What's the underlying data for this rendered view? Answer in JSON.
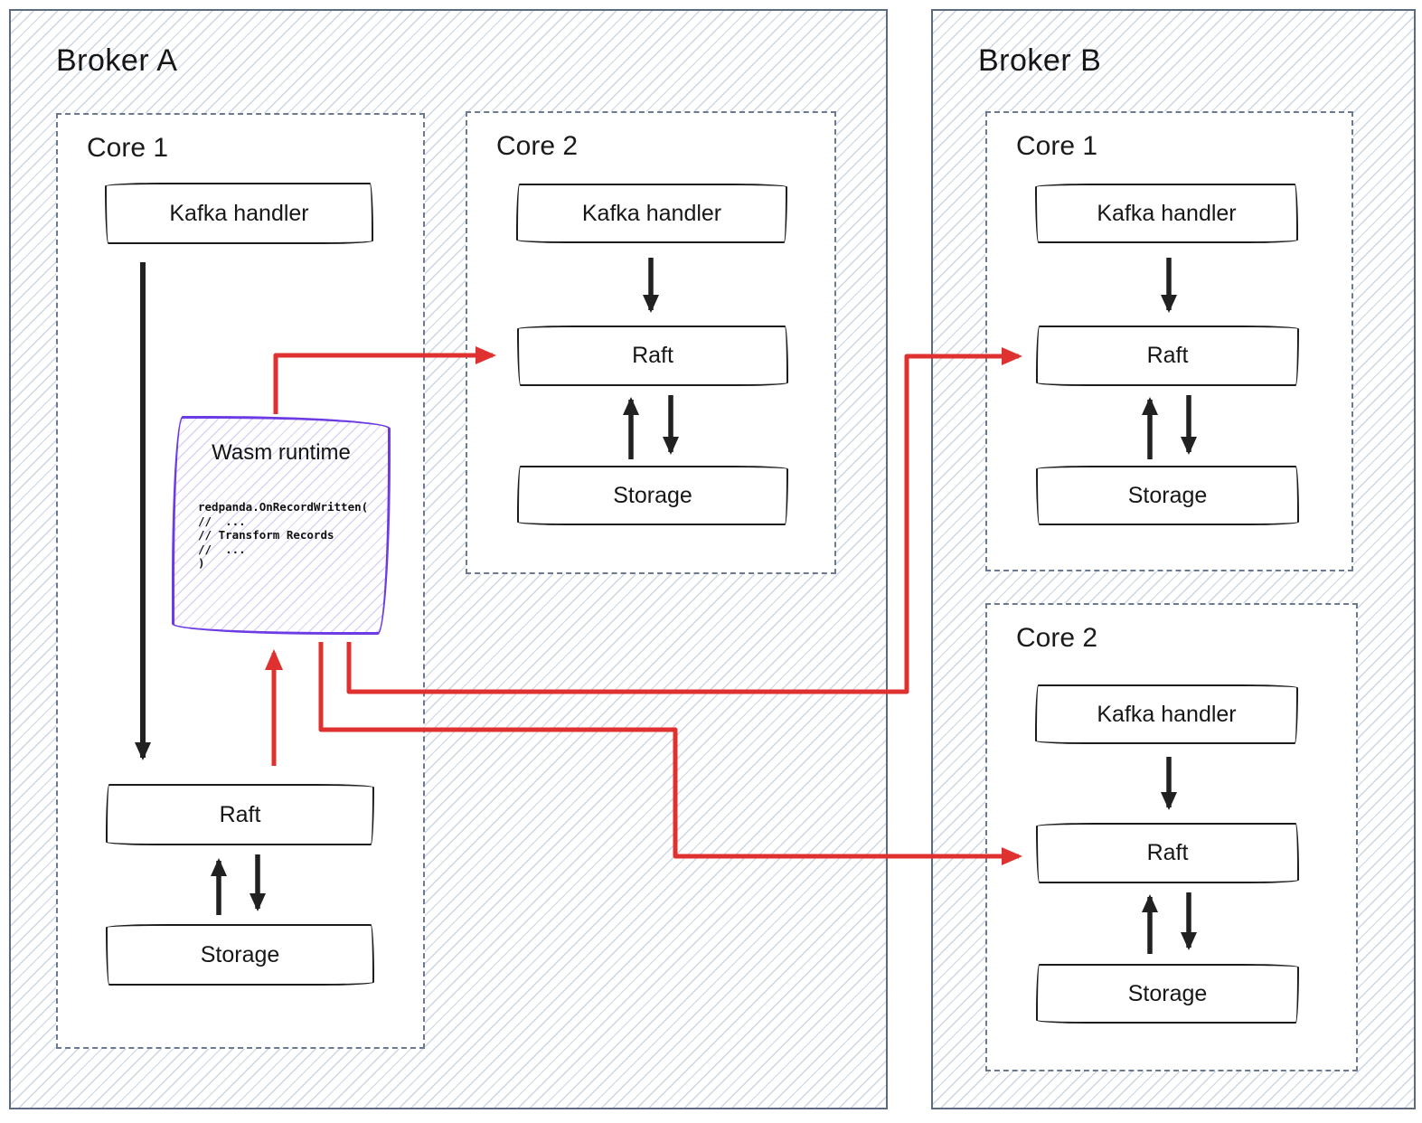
{
  "diagram": {
    "brokers": [
      {
        "title": "Broker A",
        "cores": [
          {
            "title": "Core 1",
            "boxes": {
              "kafka": "Kafka handler",
              "raft": "Raft",
              "storage": "Storage"
            },
            "wasm": {
              "title": "Wasm runtime",
              "code_lines": [
                "redpanda.OnRecordWritten(",
                "//  ...",
                "// Transform Records",
                "//  ...",
                ")"
              ]
            }
          },
          {
            "title": "Core 2",
            "boxes": {
              "kafka": "Kafka handler",
              "raft": "Raft",
              "storage": "Storage"
            }
          }
        ]
      },
      {
        "title": "Broker B",
        "cores": [
          {
            "title": "Core 1",
            "boxes": {
              "kafka": "Kafka handler",
              "raft": "Raft",
              "storage": "Storage"
            }
          },
          {
            "title": "Core 2",
            "boxes": {
              "kafka": "Kafka handler",
              "raft": "Raft",
              "storage": "Storage"
            }
          }
        ]
      }
    ],
    "colors": {
      "ink": "#1c1c1c",
      "arrow_black": "#212121",
      "arrow_red": "#e03131",
      "wasm_purple": "#6c3be4",
      "broker_border": "#5d6b82",
      "core_border": "#6b7a90",
      "hatch_line": "#ccd5e2",
      "wasm_hatch": "#dad3f3",
      "panel_bg": "#ffffff"
    }
  }
}
